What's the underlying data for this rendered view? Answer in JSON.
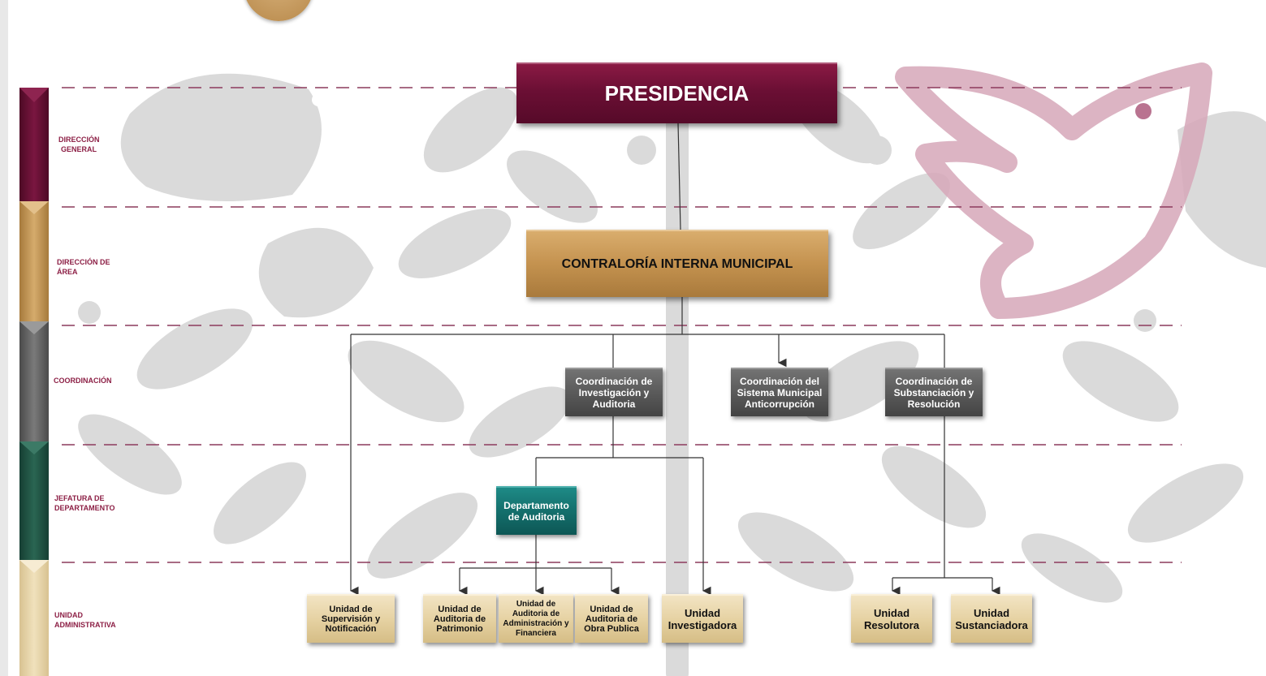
{
  "levels": [
    {
      "label": "DIRECCIÓN\nGENERAL",
      "color": "#6b0f34"
    },
    {
      "label": "DIRECCIÓN DE\nÁREA",
      "color": "#c4924f"
    },
    {
      "label": "COORDINACIÓN",
      "color": "#5a5a5a"
    },
    {
      "label": "JEFATURA DE\nDEPARTAMENTO",
      "color": "#1e5a4a"
    },
    {
      "label": "UNIDAD\nADMINISTRATIVA",
      "color": "#e6d2a3"
    }
  ],
  "nodes": {
    "presidencia": "PRESIDENCIA",
    "contraloria": "CONTRALORÍA INTERNA MUNICIPAL",
    "coord_investigacion": "Coordinación de\nInvestigación y\nAuditoria",
    "coord_anticorrupcion": "Coordinación del\nSistema Municipal\nAnticorrupción",
    "coord_substanciacion": "Coordinación de\nSubstanciación y\nResolución",
    "depto_auditoria": "Departamento\nde Auditoria",
    "unidad_supervision": "Unidad de\nSupervisión y\nNotificación",
    "unidad_patrimonio": "Unidad de\nAuditoria de\nPatrimonio",
    "unidad_administracion": "Unidad de\nAuditoria de\nAdministración y\nFinanciera",
    "unidad_obra": "Unidad de\nAuditoria de\nObra Publica",
    "unidad_investigadora": "Unidad\nInvestigadora",
    "unidad_resolutora": "Unidad\nResolutora",
    "unidad_sustanciadora": "Unidad\nSustanciadora"
  },
  "colors": {
    "dashed_line": "#8c3a5c",
    "connector": "#333333"
  }
}
